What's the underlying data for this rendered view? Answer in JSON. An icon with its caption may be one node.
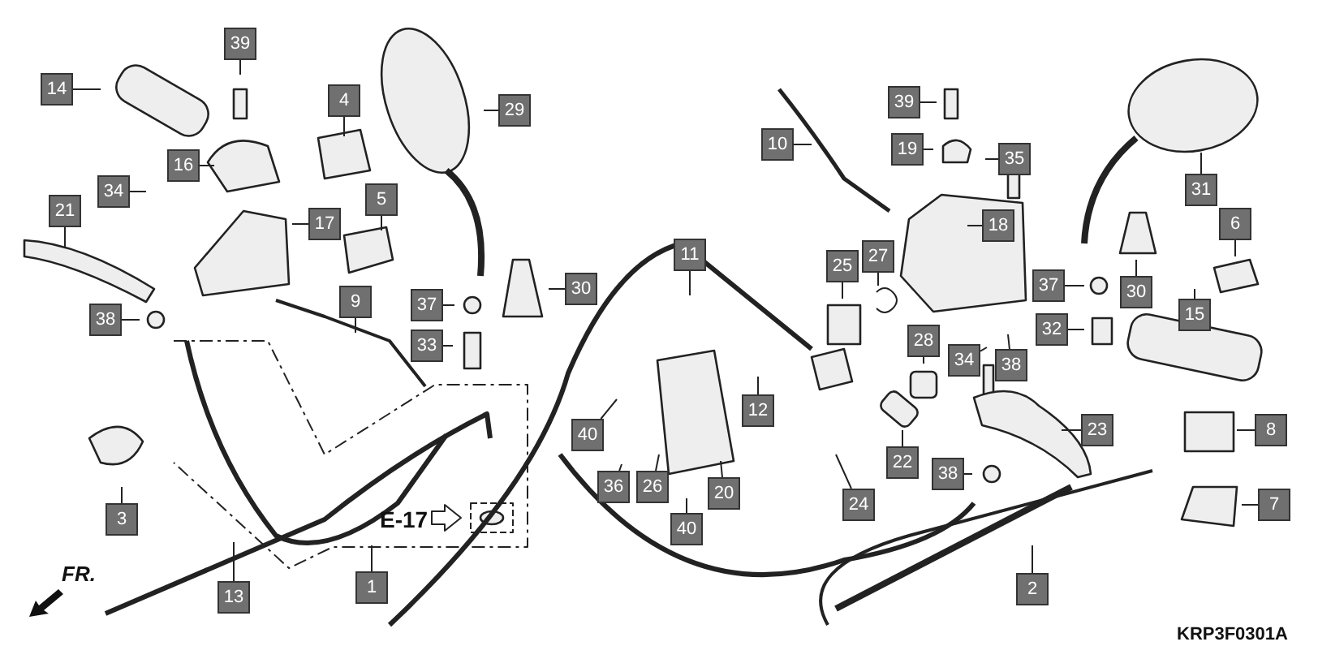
{
  "diagram": {
    "nodes": [
      {
        "text": [
          "14"
        ]
      },
      {
        "text": [
          "39"
        ]
      },
      {
        "text": [
          "16"
        ]
      },
      {
        "text": [
          "34"
        ]
      },
      {
        "text": [
          "4"
        ]
      },
      {
        "text": [
          "29"
        ]
      },
      {
        "text": [
          "5"
        ]
      },
      {
        "text": [
          "21"
        ]
      },
      {
        "text": [
          "17"
        ]
      },
      {
        "text": [
          "38"
        ]
      },
      {
        "text": [
          "9"
        ]
      },
      {
        "text": [
          "37"
        ]
      },
      {
        "text": [
          "30"
        ]
      },
      {
        "text": [
          "33"
        ]
      },
      {
        "text": [
          "3"
        ]
      },
      {
        "text": [
          "13"
        ]
      },
      {
        "text": [
          "1"
        ]
      },
      {
        "text": [
          "10"
        ]
      },
      {
        "text": [
          "39"
        ]
      },
      {
        "text": [
          "19"
        ]
      },
      {
        "text": [
          "35"
        ]
      },
      {
        "text": [
          "18"
        ]
      },
      {
        "text": [
          "11"
        ]
      },
      {
        "text": [
          "25"
        ]
      },
      {
        "text": [
          "27"
        ]
      },
      {
        "text": [
          "37"
        ]
      },
      {
        "text": [
          "31"
        ]
      },
      {
        "text": [
          "6"
        ]
      },
      {
        "text": [
          "30"
        ]
      },
      {
        "text": [
          "15"
        ]
      },
      {
        "text": [
          "28"
        ]
      },
      {
        "text": [
          "34"
        ]
      },
      {
        "text": [
          "38"
        ]
      },
      {
        "text": [
          "32"
        ]
      },
      {
        "text": [
          "40"
        ]
      },
      {
        "text": [
          "36"
        ]
      },
      {
        "text": [
          "26"
        ]
      },
      {
        "text": [
          "12"
        ]
      },
      {
        "text": [
          "20"
        ]
      },
      {
        "text": [
          "40"
        ]
      },
      {
        "text": [
          "22"
        ]
      },
      {
        "text": [
          "24"
        ]
      },
      {
        "text": [
          "23"
        ]
      },
      {
        "text": [
          "38"
        ]
      },
      {
        "text": [
          "8"
        ]
      },
      {
        "text": [
          "7"
        ]
      },
      {
        "text": [
          "2"
        ]
      }
    ],
    "edges": [
      {
        "from": 0,
        "to": null,
        "arrow": "none"
      },
      {
        "from": 1,
        "to": null,
        "arrow": "none"
      },
      {
        "from": 2,
        "to": null,
        "arrow": "none"
      },
      {
        "from": 3,
        "to": null,
        "arrow": "none"
      },
      {
        "from": 4,
        "to": null,
        "arrow": "none"
      },
      {
        "from": 5,
        "to": null,
        "arrow": "none"
      },
      {
        "from": 6,
        "to": null,
        "arrow": "none"
      },
      {
        "from": 7,
        "to": null,
        "arrow": "none"
      },
      {
        "from": 8,
        "to": null,
        "arrow": "none"
      },
      {
        "from": 9,
        "to": null,
        "arrow": "none"
      },
      {
        "from": 10,
        "to": null,
        "arrow": "none"
      },
      {
        "from": 11,
        "to": null,
        "arrow": "none"
      },
      {
        "from": 12,
        "to": null,
        "arrow": "none"
      },
      {
        "from": 13,
        "to": null,
        "arrow": "none"
      },
      {
        "from": 14,
        "to": null,
        "arrow": "none"
      },
      {
        "from": 15,
        "to": null,
        "arrow": "none"
      },
      {
        "from": 16,
        "to": null,
        "arrow": "none"
      },
      {
        "from": 17,
        "to": null,
        "arrow": "none"
      },
      {
        "from": 18,
        "to": null,
        "arrow": "none"
      },
      {
        "from": 19,
        "to": null,
        "arrow": "none"
      },
      {
        "from": 20,
        "to": null,
        "arrow": "none"
      },
      {
        "from": 21,
        "to": null,
        "arrow": "none"
      },
      {
        "from": 22,
        "to": null,
        "arrow": "none"
      },
      {
        "from": 23,
        "to": null,
        "arrow": "none"
      },
      {
        "from": 24,
        "to": null,
        "arrow": "none"
      },
      {
        "from": 25,
        "to": null,
        "arrow": "none"
      },
      {
        "from": 26,
        "to": null,
        "arrow": "none"
      },
      {
        "from": 27,
        "to": null,
        "arrow": "none"
      },
      {
        "from": 28,
        "to": null,
        "arrow": "none"
      },
      {
        "from": 29,
        "to": null,
        "arrow": "none"
      },
      {
        "from": 30,
        "to": null,
        "arrow": "none"
      },
      {
        "from": 31,
        "to": null,
        "arrow": "none"
      },
      {
        "from": 32,
        "to": null,
        "arrow": "none"
      },
      {
        "from": 33,
        "to": null,
        "arrow": "none"
      },
      {
        "from": 34,
        "to": null,
        "arrow": "none"
      },
      {
        "from": 35,
        "to": null,
        "arrow": "none"
      },
      {
        "from": 36,
        "to": null,
        "arrow": "none"
      },
      {
        "from": 37,
        "to": null,
        "arrow": "none"
      },
      {
        "from": 38,
        "to": null,
        "arrow": "none"
      },
      {
        "from": 39,
        "to": null,
        "arrow": "none"
      },
      {
        "from": 40,
        "to": null,
        "arrow": "none"
      },
      {
        "from": 41,
        "to": null,
        "arrow": "none"
      },
      {
        "from": 42,
        "to": null,
        "arrow": "none"
      },
      {
        "from": 43,
        "to": null,
        "arrow": "none"
      },
      {
        "from": 44,
        "to": null,
        "arrow": "none"
      },
      {
        "from": 45,
        "to": null,
        "arrow": "none"
      },
      {
        "from": 46,
        "to": null,
        "arrow": "none"
      }
    ],
    "labels": [
      "E-17",
      "FR.",
      "KRP3F0301A"
    ]
  }
}
